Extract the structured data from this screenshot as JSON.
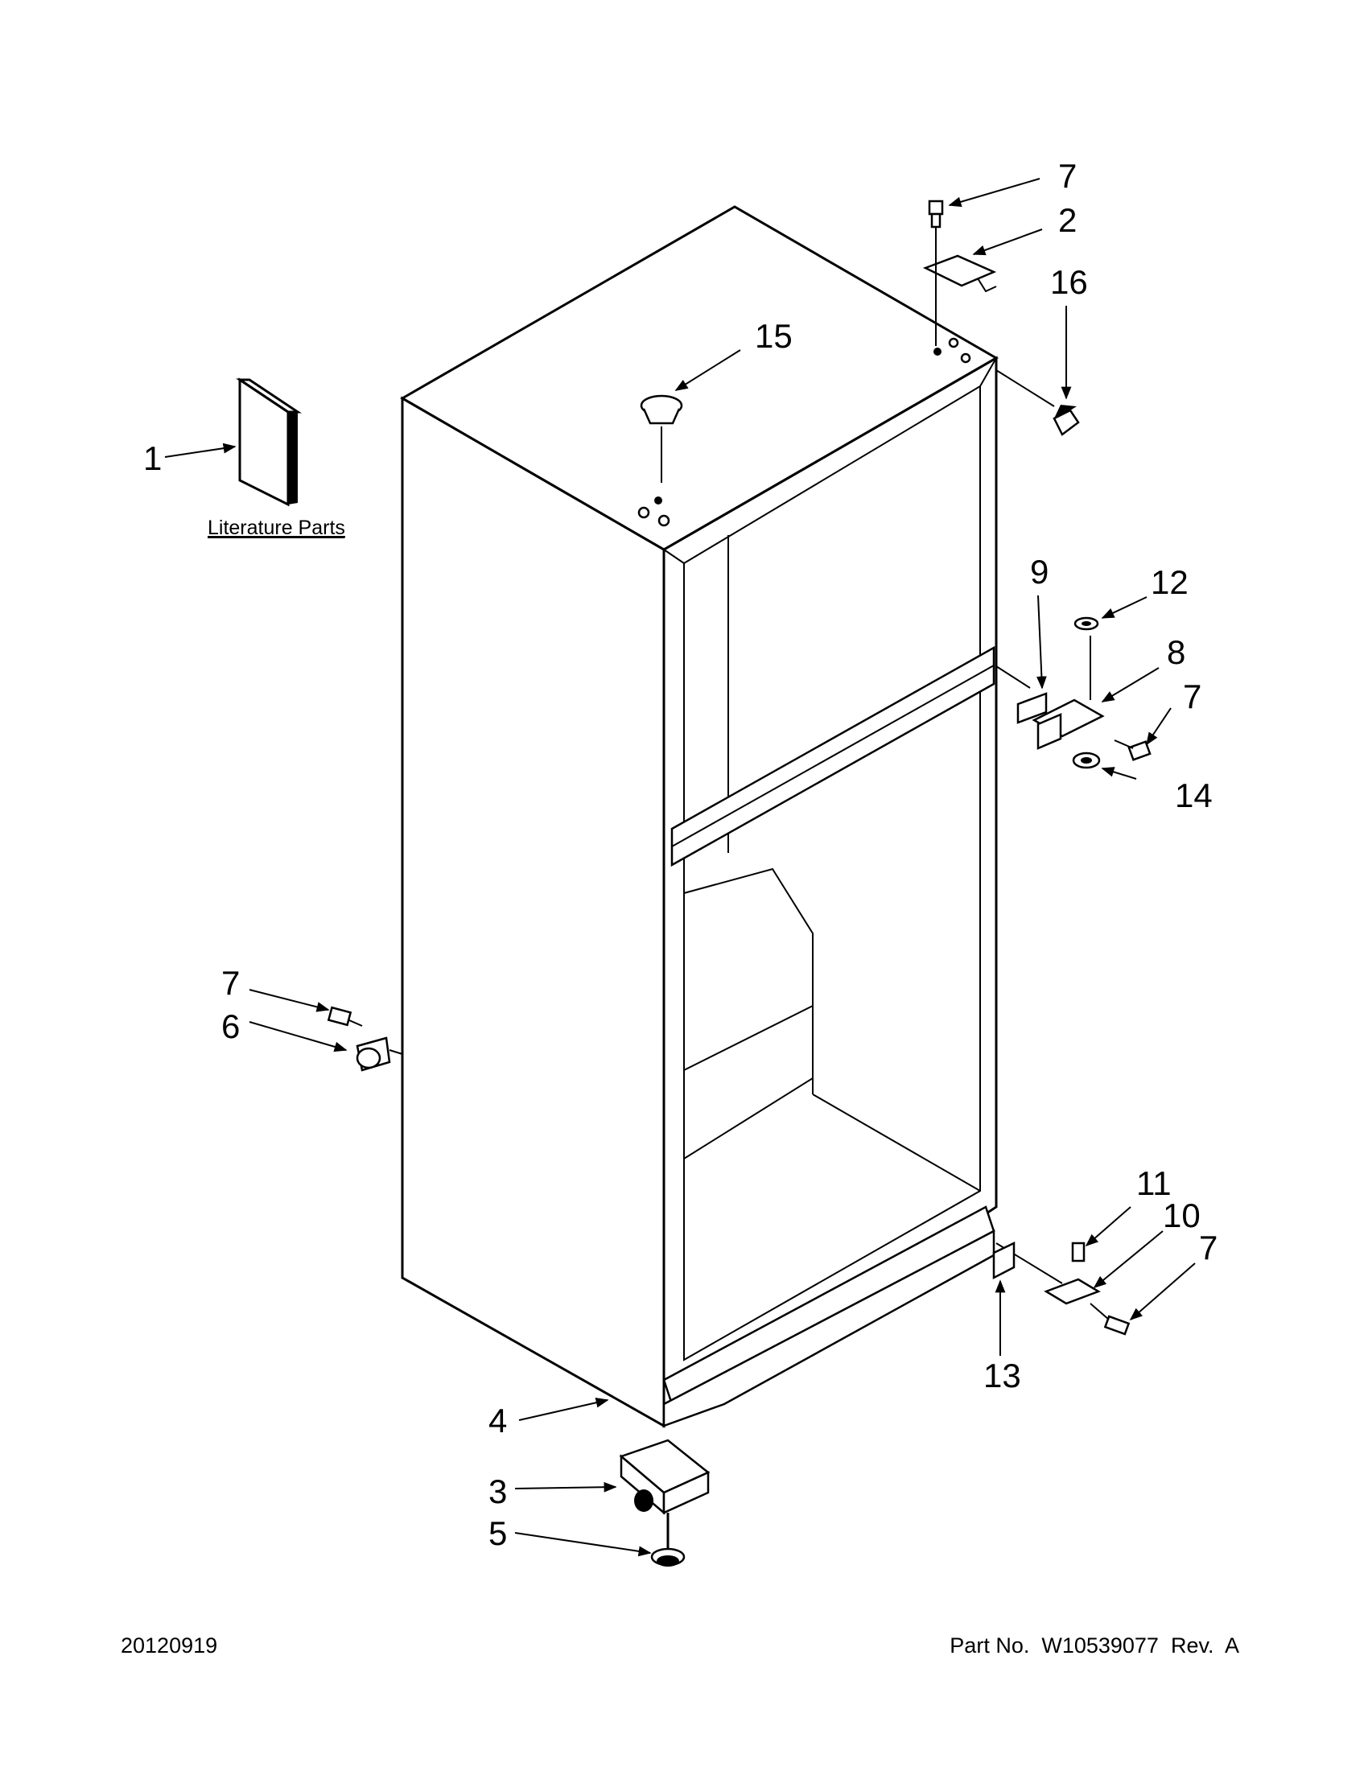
{
  "diagram": {
    "callouts": [
      "1",
      "2",
      "3",
      "4",
      "5",
      "6",
      "7",
      "7",
      "7",
      "7",
      "7",
      "8",
      "9",
      "10",
      "11",
      "12",
      "13",
      "14",
      "15",
      "16"
    ],
    "literature_label": "Literature Parts"
  },
  "footer": {
    "date_code": "20120919",
    "part_number": "Part No.  W10539077  Rev.  A"
  }
}
